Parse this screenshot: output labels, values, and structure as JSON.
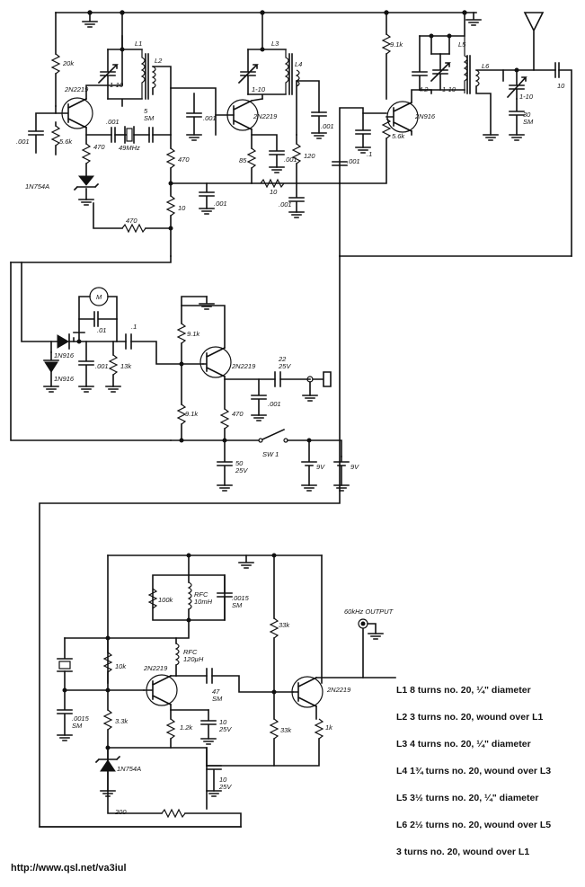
{
  "diagram": {
    "components": {
      "r1": "20k",
      "r2": "5.6k",
      "r3": "470",
      "r4": "470",
      "r5": "10",
      "r6": "470",
      "r7": "85",
      "r8": "120",
      "r9": "10",
      "r10": "9.1k",
      "r11": "5.6k",
      "c1": ".001",
      "c2": ".001",
      "c3": "5\nSM",
      "c4": ".001",
      "c5": ".001",
      "c6": ".001",
      "c7": ".001",
      "c8": ".001",
      "c9": ".1",
      "c10": ".001",
      "c11": "4.2",
      "c12": "30\nSM",
      "c13": "10",
      "c14": ".001",
      "coil1": "L1",
      "coil2": "L2",
      "coil3": "L3",
      "coil4": "L4",
      "coil5": "L5",
      "coil6": "L6",
      "trim1": "1-10",
      "trim2": "1-10",
      "trim3": "1-10",
      "trim4": "1-10",
      "xtal1": "49MHz",
      "q1": "2N2219",
      "q2": "2N2219",
      "q3": "2N916",
      "q4": "2N2219",
      "q5": "2N2219",
      "q6": "2N2219",
      "d1": "1N754A",
      "d2": "1N916",
      "d3": "1N916",
      "d4": "1N754A",
      "meter": "M",
      "c15": ".01",
      "c16": ".1",
      "c17": ".001",
      "r12": "13k",
      "r13": "9.1k",
      "r14": "9.1k",
      "r15": "470",
      "c18": "22\n25V",
      "c19": ".001",
      "c20": "50\n25V",
      "sw1": "SW 1",
      "bat1": "9V",
      "bat2": "9V",
      "r16": "100k",
      "rfc1": "RFC\n10mH",
      "c21": ".0015\nSM",
      "rfc2": "RFC\n120µH",
      "r17": "10k",
      "r18": "3.3k",
      "c22": ".0015\nSM",
      "c23": "47\nSM",
      "r19": "1.2k",
      "c24": "10\n25V",
      "r20": "33k",
      "r21": "33k",
      "r22": "1k",
      "c25": "10\n25V",
      "r23": "200",
      "output": "60kHz OUTPUT"
    },
    "notes": [
      "L1 8 turns no. 20, ¼\" diameter",
      "L2 3 turns no. 20, wound over L1",
      "L3 4 turns no. 20, ¼\" diameter",
      "L4 1¾ turns no. 20, wound over L3",
      "L5 3½ turns no. 20, ¼\" diameter",
      "L6 2½ turns no. 20, wound over L5",
      "3 turns no. 20, wound over L1"
    ],
    "url": "http://www.qsl.net/va3iul"
  }
}
